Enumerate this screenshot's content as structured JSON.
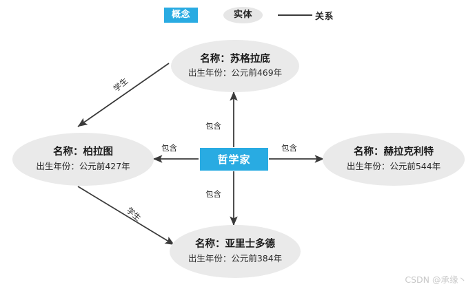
{
  "legend": {
    "concept_label": "概念",
    "entity_label": "实体",
    "relation_label": "关系",
    "concept_color": "#29ABE2",
    "entity_color": "#e6e6e6",
    "relation_line_color": "#3a3a3a"
  },
  "center_node": {
    "label": "哲学家",
    "type": "concept",
    "color": "#29ABE2"
  },
  "nodes": [
    {
      "id": "socrates",
      "title": "名称：苏格拉底",
      "subtitle": "出生年份：公元前469年",
      "type": "entity"
    },
    {
      "id": "plato",
      "title": "名称：柏拉图",
      "subtitle": "出生年份：公元前427年",
      "type": "entity"
    },
    {
      "id": "heraclitus",
      "title": "名称：赫拉克利特",
      "subtitle": "出生年份：公元前544年",
      "type": "entity"
    },
    {
      "id": "aristotle",
      "title": "名称：亚里士多德",
      "subtitle": "出生年份：公元前384年",
      "type": "entity"
    }
  ],
  "edges": [
    {
      "id": "philosopher-socrates",
      "label": "包含",
      "from": "哲学家",
      "to": "苏格拉底"
    },
    {
      "id": "philosopher-plato",
      "label": "包含",
      "from": "哲学家",
      "to": "柏拉图"
    },
    {
      "id": "philosopher-heraclitus",
      "label": "包含",
      "from": "哲学家",
      "to": "赫拉克利特"
    },
    {
      "id": "philosopher-aristotle",
      "label": "包含",
      "from": "哲学家",
      "to": "亚里士多德"
    },
    {
      "id": "socrates-plato",
      "label": "学生",
      "from": "苏格拉底",
      "to": "柏拉图"
    },
    {
      "id": "plato-aristotle",
      "label": "学生",
      "from": "柏拉图",
      "to": "亚里士多德"
    }
  ],
  "watermark": "CSDN @承缘丶"
}
